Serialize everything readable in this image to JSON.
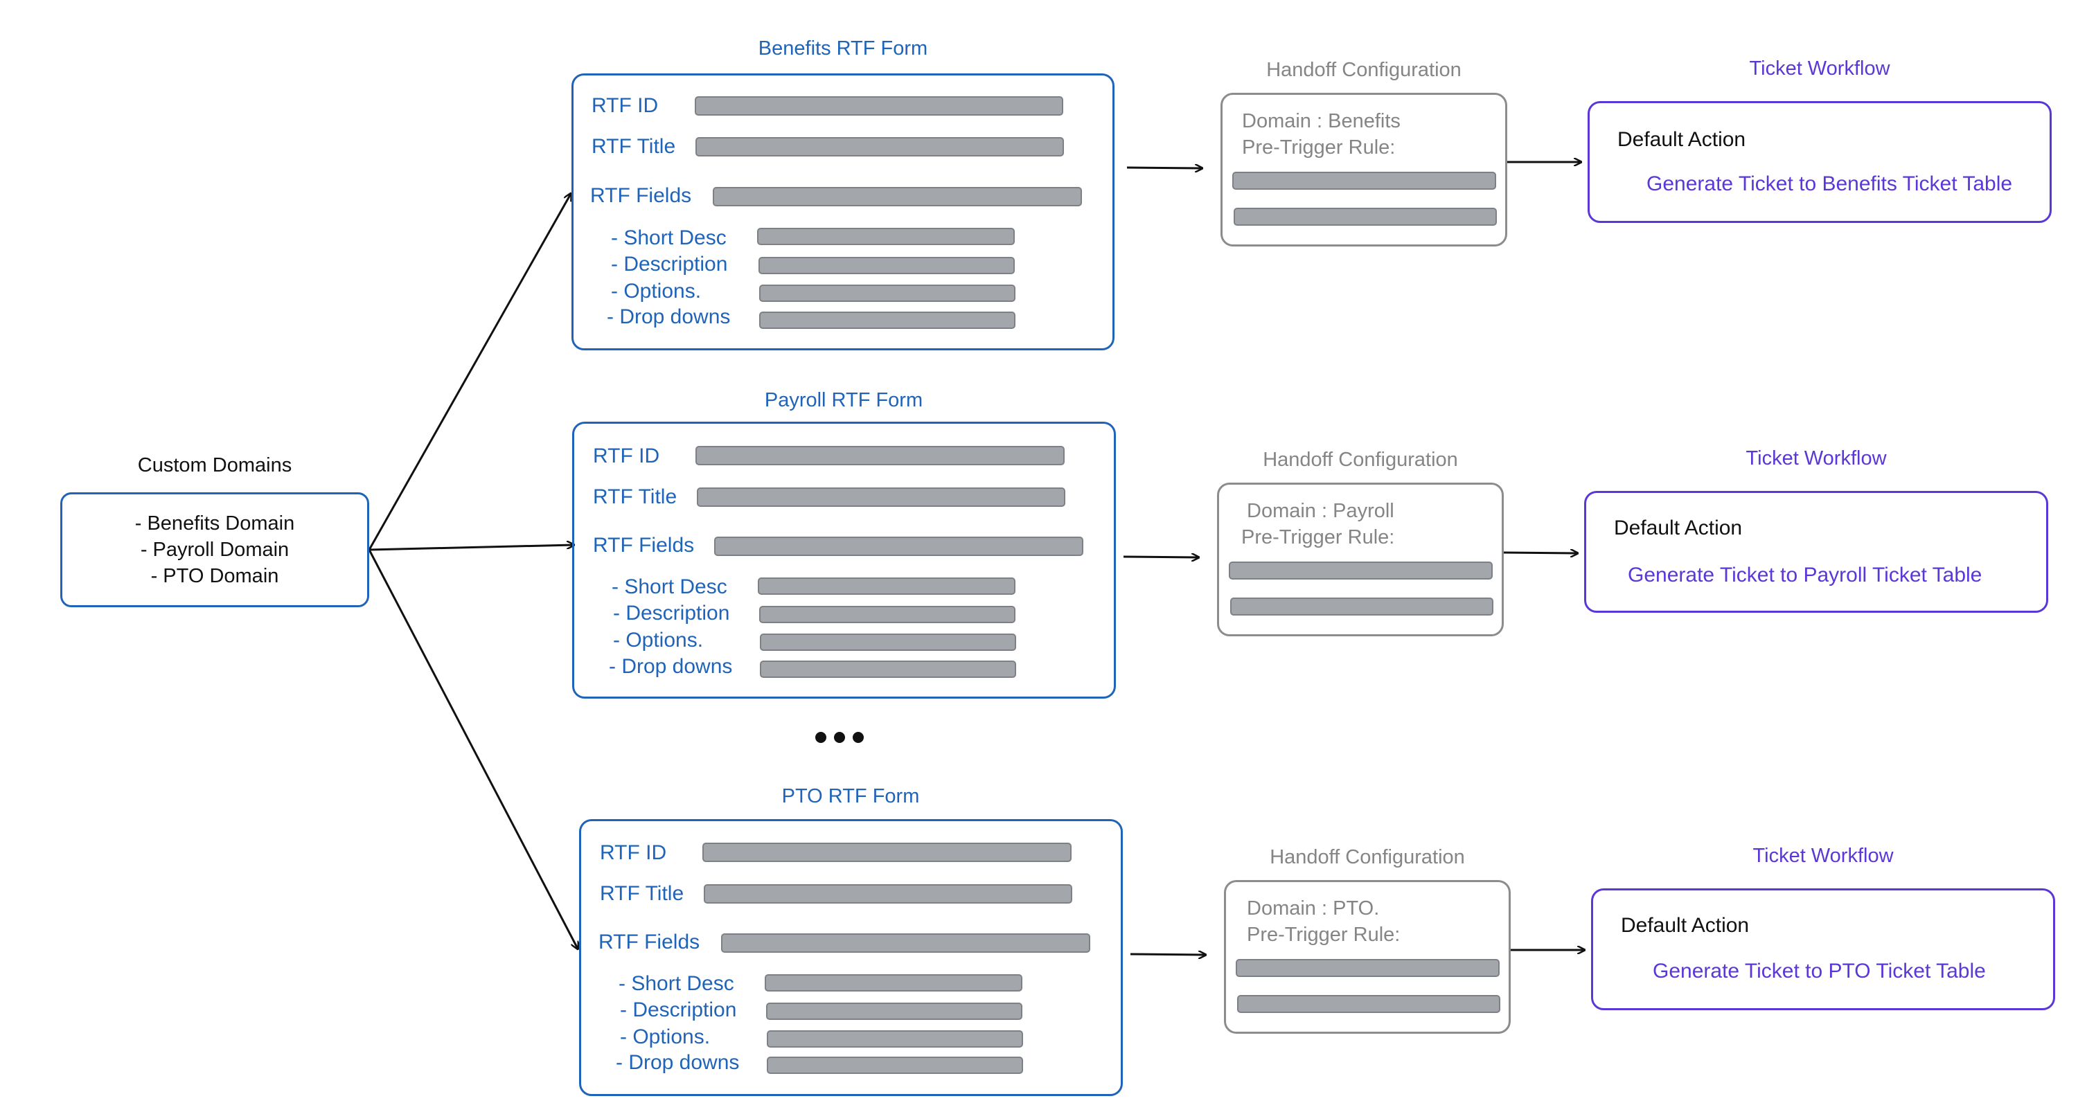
{
  "custom_domains": {
    "title": "Custom Domains",
    "items": [
      "- Benefits Domain",
      "- Payroll Domain",
      "- PTO Domain"
    ]
  },
  "rtf_field_labels": {
    "id": "RTF ID",
    "title": "RTF Title",
    "fields": "RTF Fields",
    "sub_fields": [
      "- Short Desc",
      "- Description",
      "- Options.",
      "- Drop downs"
    ]
  },
  "rows": [
    {
      "form_title": "Benefits RTF Form",
      "handoff_title": "Handoff Configuration",
      "handoff_domain": "Domain : Benefits",
      "handoff_rule": "Pre-Trigger Rule:",
      "workflow_title": "Ticket Workflow",
      "default_action": "Default Action",
      "action_text": "Generate Ticket to Benefits Ticket Table"
    },
    {
      "form_title": "Payroll RTF Form",
      "handoff_title": "Handoff Configuration",
      "handoff_domain": "Domain : Payroll",
      "handoff_rule": "Pre-Trigger Rule:",
      "workflow_title": "Ticket Workflow",
      "default_action": "Default Action",
      "action_text": "Generate Ticket to Payroll Ticket Table"
    },
    {
      "form_title": "PTO RTF Form",
      "handoff_title": "Handoff Configuration",
      "handoff_domain": "Domain : PTO.",
      "handoff_rule": "Pre-Trigger Rule:",
      "workflow_title": "Ticket Workflow",
      "default_action": "Default Action",
      "action_text": "Generate Ticket to PTO Ticket Table"
    }
  ],
  "colors": {
    "form_blue": "#1f64b8",
    "handoff_grey": "#8c8c8c",
    "workflow_purple": "#5a37d6",
    "placeholder_bar": "#a3a6ab"
  }
}
